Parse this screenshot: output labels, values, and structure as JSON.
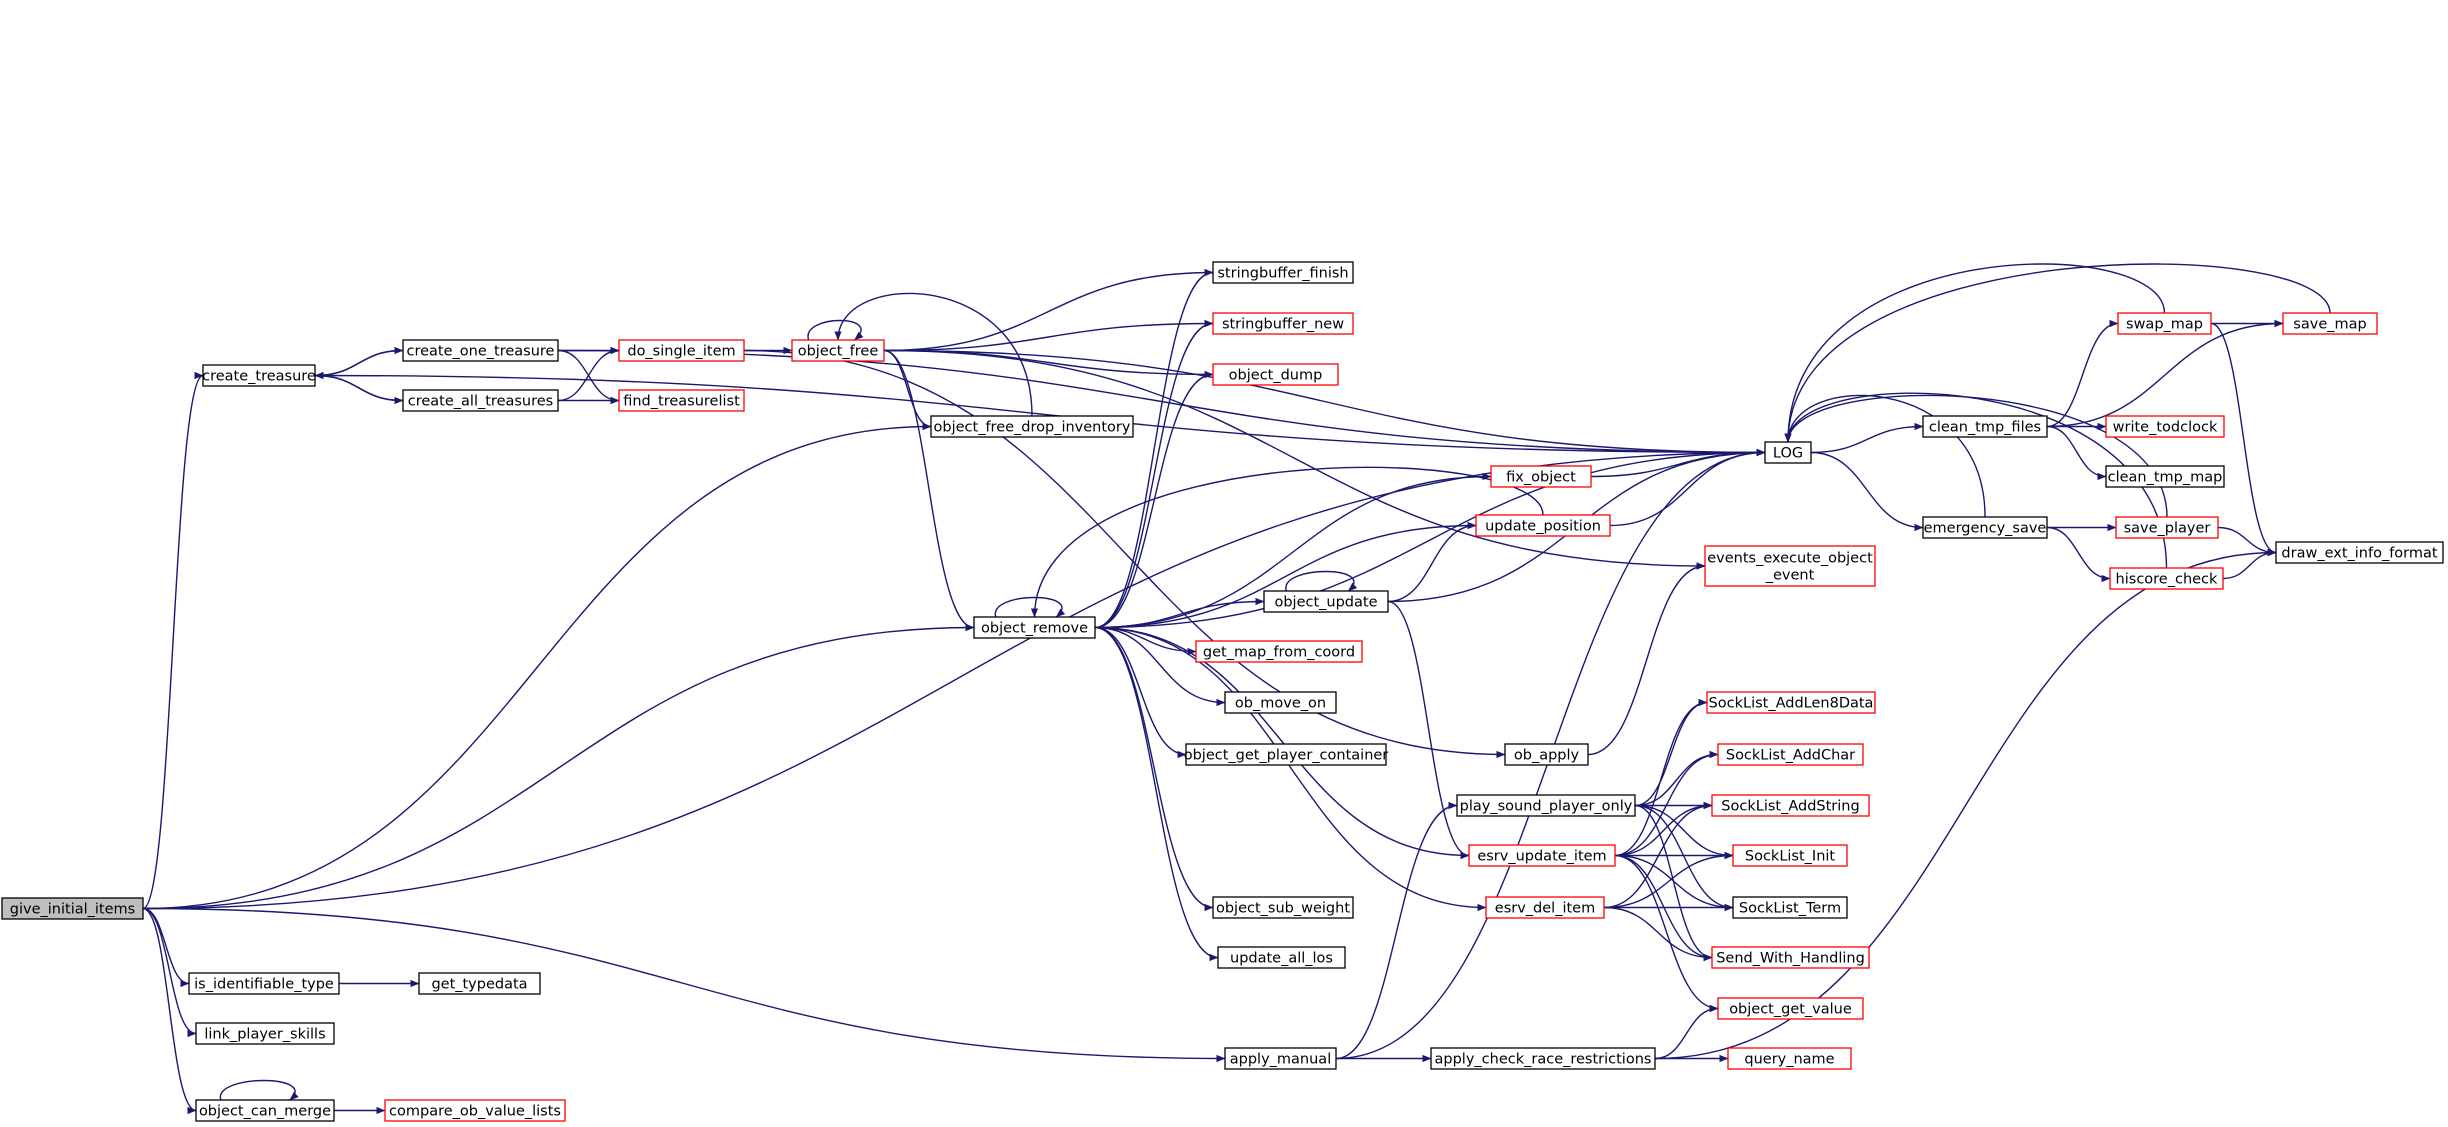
{
  "colors": {
    "edge": "#191970",
    "border_normal": "#000000",
    "border_truncated": "#ff0000",
    "fill_root": "#bfbfbf",
    "fill_default": "#ffffff"
  },
  "nodes": [
    {
      "id": "give_initial_items",
      "label": "give_initial_items",
      "style": "root"
    },
    {
      "id": "create_treasure",
      "label": "create_treasure",
      "style": "normal"
    },
    {
      "id": "create_one_treasure",
      "label": "create_one_treasure",
      "style": "normal"
    },
    {
      "id": "create_all_treasures",
      "label": "create_all_treasures",
      "style": "normal"
    },
    {
      "id": "do_single_item",
      "label": "do_single_item",
      "style": "truncated"
    },
    {
      "id": "find_treasurelist",
      "label": "find_treasurelist",
      "style": "truncated"
    },
    {
      "id": "object_free",
      "label": "object_free",
      "style": "truncated"
    },
    {
      "id": "stringbuffer_finish",
      "label": "stringbuffer_finish",
      "style": "normal"
    },
    {
      "id": "stringbuffer_new",
      "label": "stringbuffer_new",
      "style": "truncated"
    },
    {
      "id": "object_dump",
      "label": "object_dump",
      "style": "truncated"
    },
    {
      "id": "object_free_drop_inventory",
      "label": "object_free_drop_inventory",
      "style": "normal"
    },
    {
      "id": "object_remove",
      "label": "object_remove",
      "style": "normal"
    },
    {
      "id": "fix_object",
      "label": "fix_object",
      "style": "truncated"
    },
    {
      "id": "update_position",
      "label": "update_position",
      "style": "truncated"
    },
    {
      "id": "object_update",
      "label": "object_update",
      "style": "normal"
    },
    {
      "id": "get_map_from_coord",
      "label": "get_map_from_coord",
      "style": "truncated"
    },
    {
      "id": "ob_move_on",
      "label": "ob_move_on",
      "style": "normal"
    },
    {
      "id": "object_get_player_container",
      "label": "object_get_player_container",
      "style": "normal"
    },
    {
      "id": "object_sub_weight",
      "label": "object_sub_weight",
      "style": "normal"
    },
    {
      "id": "update_all_los",
      "label": "update_all_los",
      "style": "normal"
    },
    {
      "id": "LOG",
      "label": "LOG",
      "style": "normal"
    },
    {
      "id": "clean_tmp_files",
      "label": "clean_tmp_files",
      "style": "normal"
    },
    {
      "id": "swap_map",
      "label": "swap_map",
      "style": "truncated"
    },
    {
      "id": "save_map",
      "label": "save_map",
      "style": "truncated"
    },
    {
      "id": "write_todclock",
      "label": "write_todclock",
      "style": "truncated"
    },
    {
      "id": "clean_tmp_map",
      "label": "clean_tmp_map",
      "style": "normal"
    },
    {
      "id": "emergency_save",
      "label": "emergency_save",
      "style": "normal"
    },
    {
      "id": "save_player",
      "label": "save_player",
      "style": "truncated"
    },
    {
      "id": "hiscore_check",
      "label": "hiscore_check",
      "style": "truncated"
    },
    {
      "id": "draw_ext_info_format",
      "label": "draw_ext_info_format",
      "style": "normal"
    },
    {
      "id": "events_execute_object_event",
      "label": "events_execute_object\n_event",
      "style": "truncated"
    },
    {
      "id": "ob_apply",
      "label": "ob_apply",
      "style": "normal"
    },
    {
      "id": "play_sound_player_only",
      "label": "play_sound_player_only",
      "style": "normal"
    },
    {
      "id": "esrv_update_item",
      "label": "esrv_update_item",
      "style": "truncated"
    },
    {
      "id": "esrv_del_item",
      "label": "esrv_del_item",
      "style": "truncated"
    },
    {
      "id": "SockList_AddLen8Data",
      "label": "SockList_AddLen8Data",
      "style": "truncated"
    },
    {
      "id": "SockList_AddChar",
      "label": "SockList_AddChar",
      "style": "truncated"
    },
    {
      "id": "SockList_AddString",
      "label": "SockList_AddString",
      "style": "truncated"
    },
    {
      "id": "SockList_Init",
      "label": "SockList_Init",
      "style": "truncated"
    },
    {
      "id": "SockList_Term",
      "label": "SockList_Term",
      "style": "normal"
    },
    {
      "id": "Send_With_Handling",
      "label": "Send_With_Handling",
      "style": "truncated"
    },
    {
      "id": "object_get_value",
      "label": "object_get_value",
      "style": "truncated"
    },
    {
      "id": "apply_manual",
      "label": "apply_manual",
      "style": "normal"
    },
    {
      "id": "apply_check_race_restrictions",
      "label": "apply_check_race_restrictions",
      "style": "normal"
    },
    {
      "id": "query_name",
      "label": "query_name",
      "style": "truncated"
    },
    {
      "id": "is_identifiable_type",
      "label": "is_identifiable_type",
      "style": "normal"
    },
    {
      "id": "get_typedata",
      "label": "get_typedata",
      "style": "normal"
    },
    {
      "id": "link_player_skills",
      "label": "link_player_skills",
      "style": "normal"
    },
    {
      "id": "object_can_merge",
      "label": "object_can_merge",
      "style": "normal"
    },
    {
      "id": "compare_ob_value_lists",
      "label": "compare_ob_value_lists",
      "style": "truncated"
    }
  ],
  "edges": [
    [
      "give_initial_items",
      "create_treasure"
    ],
    [
      "give_initial_items",
      "LOG"
    ],
    [
      "give_initial_items",
      "object_free_drop_inventory"
    ],
    [
      "give_initial_items",
      "object_remove"
    ],
    [
      "give_initial_items",
      "apply_manual"
    ],
    [
      "give_initial_items",
      "is_identifiable_type"
    ],
    [
      "give_initial_items",
      "link_player_skills"
    ],
    [
      "give_initial_items",
      "object_can_merge"
    ],
    [
      "create_treasure",
      "create_one_treasure"
    ],
    [
      "create_treasure",
      "create_all_treasures"
    ],
    [
      "create_treasure",
      "LOG"
    ],
    [
      "create_one_treasure",
      "create_treasure"
    ],
    [
      "create_one_treasure",
      "do_single_item"
    ],
    [
      "create_one_treasure",
      "find_treasurelist"
    ],
    [
      "create_one_treasure",
      "LOG"
    ],
    [
      "create_all_treasures",
      "create_treasure"
    ],
    [
      "create_all_treasures",
      "do_single_item"
    ],
    [
      "create_all_treasures",
      "find_treasurelist"
    ],
    [
      "do_single_item",
      "object_free"
    ],
    [
      "do_single_item",
      "ob_apply"
    ],
    [
      "object_free",
      "object_free"
    ],
    [
      "object_free",
      "stringbuffer_finish"
    ],
    [
      "object_free",
      "stringbuffer_new"
    ],
    [
      "object_free",
      "object_dump"
    ],
    [
      "object_free",
      "object_free_drop_inventory"
    ],
    [
      "object_free",
      "object_remove"
    ],
    [
      "object_free",
      "LOG"
    ],
    [
      "object_free",
      "events_execute_object_event"
    ],
    [
      "object_free_drop_inventory",
      "object_free"
    ],
    [
      "object_remove",
      "object_remove"
    ],
    [
      "object_remove",
      "stringbuffer_finish"
    ],
    [
      "object_remove",
      "stringbuffer_new"
    ],
    [
      "object_remove",
      "object_dump"
    ],
    [
      "object_remove",
      "LOG"
    ],
    [
      "object_remove",
      "fix_object"
    ],
    [
      "object_remove",
      "update_position"
    ],
    [
      "object_remove",
      "object_update"
    ],
    [
      "object_remove",
      "get_map_from_coord"
    ],
    [
      "object_remove",
      "ob_move_on"
    ],
    [
      "object_remove",
      "object_get_player_container"
    ],
    [
      "object_remove",
      "esrv_update_item"
    ],
    [
      "object_remove",
      "esrv_del_item"
    ],
    [
      "object_remove",
      "object_sub_weight"
    ],
    [
      "object_remove",
      "update_all_los"
    ],
    [
      "fix_object",
      "LOG"
    ],
    [
      "update_position",
      "LOG"
    ],
    [
      "update_position",
      "object_remove"
    ],
    [
      "object_update",
      "object_update"
    ],
    [
      "object_update",
      "update_position"
    ],
    [
      "object_update",
      "LOG"
    ],
    [
      "object_update",
      "esrv_update_item"
    ],
    [
      "LOG",
      "clean_tmp_files"
    ],
    [
      "LOG",
      "emergency_save"
    ],
    [
      "clean_tmp_files",
      "swap_map"
    ],
    [
      "clean_tmp_files",
      "save_map"
    ],
    [
      "clean_tmp_files",
      "write_todclock"
    ],
    [
      "clean_tmp_files",
      "clean_tmp_map"
    ],
    [
      "swap_map",
      "LOG"
    ],
    [
      "swap_map",
      "save_map"
    ],
    [
      "swap_map",
      "draw_ext_info_format"
    ],
    [
      "save_map",
      "LOG"
    ],
    [
      "emergency_save",
      "LOG"
    ],
    [
      "emergency_save",
      "save_player"
    ],
    [
      "emergency_save",
      "hiscore_check"
    ],
    [
      "save_player",
      "LOG"
    ],
    [
      "save_player",
      "draw_ext_info_format"
    ],
    [
      "hiscore_check",
      "LOG"
    ],
    [
      "hiscore_check",
      "draw_ext_info_format"
    ],
    [
      "ob_apply",
      "events_execute_object_event"
    ],
    [
      "play_sound_player_only",
      "SockList_AddLen8Data"
    ],
    [
      "play_sound_player_only",
      "SockList_AddChar"
    ],
    [
      "play_sound_player_only",
      "SockList_AddString"
    ],
    [
      "play_sound_player_only",
      "SockList_Init"
    ],
    [
      "play_sound_player_only",
      "SockList_Term"
    ],
    [
      "play_sound_player_only",
      "Send_With_Handling"
    ],
    [
      "esrv_update_item",
      "SockList_AddLen8Data"
    ],
    [
      "esrv_update_item",
      "SockList_AddChar"
    ],
    [
      "esrv_update_item",
      "SockList_AddString"
    ],
    [
      "esrv_update_item",
      "SockList_Init"
    ],
    [
      "esrv_update_item",
      "SockList_Term"
    ],
    [
      "esrv_update_item",
      "Send_With_Handling"
    ],
    [
      "esrv_update_item",
      "object_get_value"
    ],
    [
      "esrv_del_item",
      "SockList_AddString"
    ],
    [
      "esrv_del_item",
      "SockList_Init"
    ],
    [
      "esrv_del_item",
      "SockList_Term"
    ],
    [
      "esrv_del_item",
      "Send_With_Handling"
    ],
    [
      "apply_manual",
      "LOG"
    ],
    [
      "apply_manual",
      "play_sound_player_only"
    ],
    [
      "apply_manual",
      "apply_check_race_restrictions"
    ],
    [
      "apply_check_race_restrictions",
      "object_get_value"
    ],
    [
      "apply_check_race_restrictions",
      "query_name"
    ],
    [
      "apply_check_race_restrictions",
      "draw_ext_info_format"
    ],
    [
      "is_identifiable_type",
      "get_typedata"
    ],
    [
      "object_can_merge",
      "object_can_merge"
    ],
    [
      "object_can_merge",
      "compare_ob_value_lists"
    ]
  ]
}
